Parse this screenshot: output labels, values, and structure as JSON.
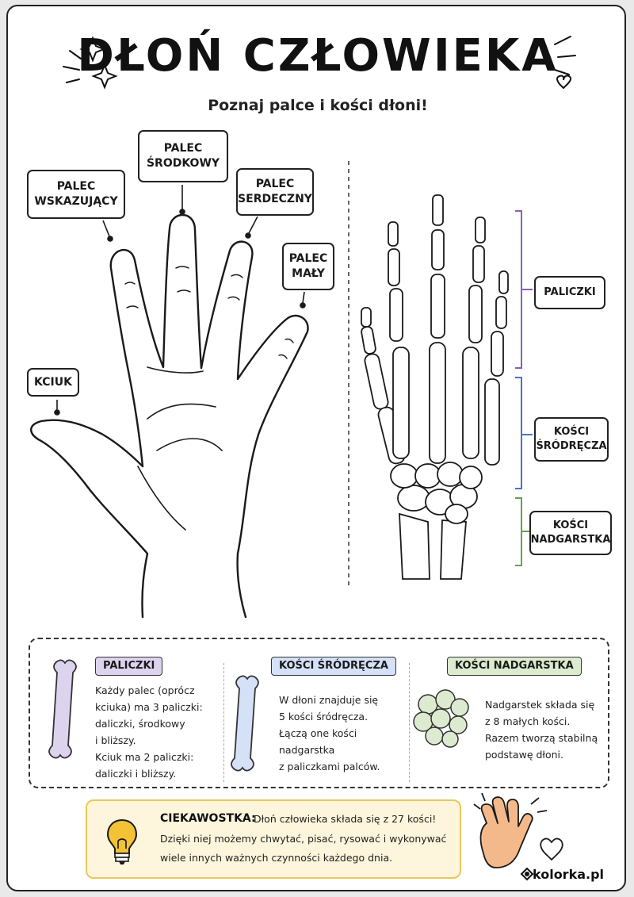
{
  "header": {
    "title": "DŁOŃ CZŁOWIEKA",
    "subtitle": "Poznaj palce i kości dłoni!"
  },
  "fingers": {
    "thumb": "KCIUK",
    "index": [
      "PALEC",
      "WSKAZUJĄCY"
    ],
    "middle": [
      "PALEC",
      "ŚRODKOWY"
    ],
    "ring": [
      "PALEC",
      "SERDECZNY"
    ],
    "little": [
      "PALEC",
      "MAŁY"
    ]
  },
  "skeleton": {
    "phalanges": "PALICZKI",
    "metacarpals": [
      "KOŚCI",
      "ŚRÓDRĘCZA"
    ],
    "carpals": [
      "KOŚCI",
      "NADGARSTKA"
    ]
  },
  "info": {
    "phalanges": {
      "heading": "PALICZKI",
      "lines": [
        "Każdy palec (oprócz",
        "kciuka) ma 3 paliczki:",
        "daliczki, środkowy",
        "i bliższy.",
        "Kciuk ma 2 paliczki:",
        "daliczki i bliższy."
      ]
    },
    "metacarpals": {
      "heading": "KOŚCI ŚRÓDRĘCZA",
      "lines": [
        "W dłoni znajduje się",
        "5 kości śródręcza.",
        "Łączą one kości",
        "nadgarstka",
        "z paliczkami palców."
      ]
    },
    "carpals": {
      "heading": "KOŚCI NADGARSTKA",
      "lines": [
        "Nadgarstek składa się",
        "z 8 małych kości.",
        "Razem tworzą stabilną",
        "podstawę dłoni."
      ]
    }
  },
  "fact": {
    "heading": "CIEKAWOSTKA:",
    "line1": "Dłoń człowieka składa się z 27 kości!",
    "line2": "Dzięki niej możemy chwytać, pisać, rysować i wykonywać",
    "line3": "wiele innych ważnych czynności każdego dnia."
  },
  "footer": {
    "brand": "kolorka.pl"
  },
  "colors": {
    "phalanges": "#8a5fb8",
    "phalanges_fill": "#ddd3ef",
    "metacarpals": "#4d6fcf",
    "metacarpals_fill": "#d5e1f7",
    "carpals": "#6aa052",
    "carpals_fill": "#dcebcf",
    "fact_border": "#e9c85a",
    "fact_fill": "#fdf6dc",
    "bulb": "#f3c235",
    "hand_fill": "#f4b98b"
  }
}
